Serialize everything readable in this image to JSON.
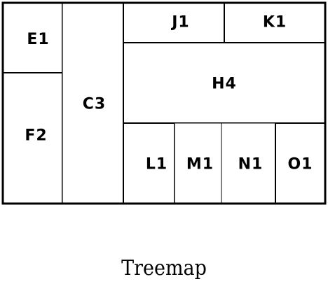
{
  "diagram": {
    "type": "treemap",
    "caption": "Treemap",
    "cells": [
      {
        "id": "E1",
        "label": "E1"
      },
      {
        "id": "F2",
        "label": "F2"
      },
      {
        "id": "C3",
        "label": "C3"
      },
      {
        "id": "J1",
        "label": "J1"
      },
      {
        "id": "K1",
        "label": "K1"
      },
      {
        "id": "H4",
        "label": "H4"
      },
      {
        "id": "L1",
        "label": "L1"
      },
      {
        "id": "M1",
        "label": "M1"
      },
      {
        "id": "N1",
        "label": "N1"
      },
      {
        "id": "O1",
        "label": "O1"
      }
    ]
  }
}
